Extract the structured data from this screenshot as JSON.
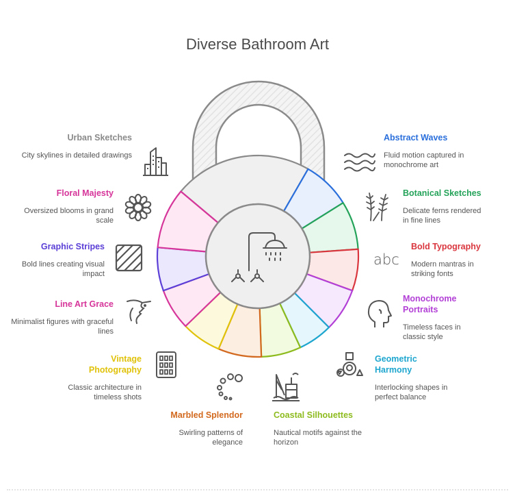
{
  "title": "Diverse Bathroom Art",
  "items": [
    {
      "key": "urban",
      "title": "Urban Sketches",
      "desc": "City skylines in detailed drawings",
      "color": "#8a8a8a",
      "icon": "city-skyline-icon"
    },
    {
      "key": "floral",
      "title": "Floral Majesty",
      "desc": "Oversized blooms in grand scale",
      "color": "#d6359a",
      "icon": "flower-icon"
    },
    {
      "key": "stripes",
      "title": "Graphic Stripes",
      "desc": "Bold lines creating visual impact",
      "color": "#5b3fd6",
      "icon": "striped-square-icon"
    },
    {
      "key": "lineart",
      "title": "Line Art Grace",
      "desc": "Minimalist figures with graceful lines",
      "color": "#d6359a",
      "icon": "face-profile-lineart-icon"
    },
    {
      "key": "vintage",
      "title": "Vintage Photography",
      "desc": "Classic architecture in timeless shots",
      "color": "#e0c20a",
      "icon": "building-icon"
    },
    {
      "key": "marbled",
      "title": "Marbled Splendor",
      "desc": "Swirling patterns of elegance",
      "color": "#d2691e",
      "icon": "swirl-dots-icon"
    },
    {
      "key": "coastal",
      "title": "Coastal Silhouettes",
      "desc": "Nautical motifs against the horizon",
      "color": "#8dbb1e",
      "icon": "oil-rig-icon"
    },
    {
      "key": "geometric",
      "title": "Geometric Harmony",
      "desc": "Interlocking shapes in perfect balance",
      "color": "#1ea6cf",
      "icon": "shapes-icon"
    },
    {
      "key": "portraits",
      "title": "Monochrome Portraits",
      "desc": "Timeless faces in classic style",
      "color": "#b23fd6",
      "icon": "head-profile-icon"
    },
    {
      "key": "typography",
      "title": "Bold Typography",
      "desc": "Modern mantras in striking fonts",
      "color": "#d9363e",
      "icon": "abc-text-icon"
    },
    {
      "key": "botanical",
      "title": "Botanical Sketches",
      "desc": "Delicate ferns rendered in fine lines",
      "color": "#25a35a",
      "icon": "fern-icon"
    },
    {
      "key": "abstract",
      "title": "Abstract Waves",
      "desc": "Fluid motion captured in monochrome art",
      "color": "#2a6fdb",
      "icon": "waves-icon"
    }
  ],
  "lock": {
    "shackle_color": "#8a8a8a",
    "center_icon": "shower-icon",
    "segment_colors": [
      "#8a8a8a",
      "#2a6fdb",
      "#25a35a",
      "#d9363e",
      "#b23fd6",
      "#1ea6cf",
      "#8dbb1e",
      "#d2691e",
      "#e0c20a",
      "#d6359a",
      "#5b3fd6",
      "#d6359a"
    ]
  }
}
